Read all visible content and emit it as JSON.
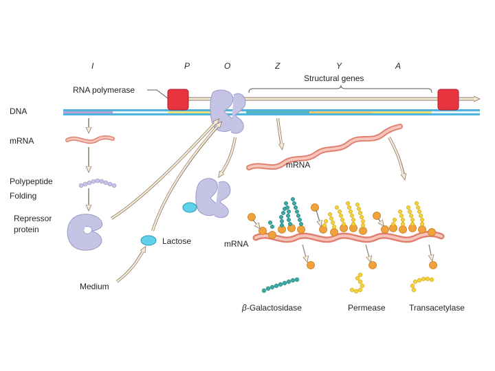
{
  "gene_labels": {
    "i": "I",
    "p": "P",
    "o": "O",
    "z": "Z",
    "y": "Y",
    "a": "A"
  },
  "labels": {
    "rna_polymerase": "RNA polymerase",
    "structural_genes": "Structural genes",
    "dna": "DNA",
    "mrna_left": "mRNA",
    "mrna_mid": "mRNA",
    "mrna_low": "mRNA",
    "polypeptide": "Polypeptide",
    "folding": "Folding",
    "repressor_line1": "Repressor",
    "repressor_line2": "protein",
    "lactose": "Lactose",
    "medium": "Medium",
    "beta_gal_symbol": "β",
    "beta_gal_rest": "-Galactosidase",
    "permease": "Permease",
    "transacetylase": "Transacetylase"
  },
  "colors": {
    "dna_blue": "#4fb3e0",
    "i_gene_purple": "#b8a2d4",
    "p_gene_yellow": "#f2e27a",
    "z_gene_teal": "#56b9b8",
    "y_gene_orange": "#f5c86a",
    "a_gene_yellow": "#f4e06c",
    "polymerase_red": "#e8343f",
    "repressor_lavender": "#c5c4e4",
    "mrna_pink": "#f1a59a",
    "lactose_cyan": "#5fd2ea",
    "ribosome_orange": "#f0a23c",
    "beads_teal": "#3aa7a2",
    "beads_yellow": "#f3cf3a",
    "arrow_fill": "#f7ead6"
  }
}
